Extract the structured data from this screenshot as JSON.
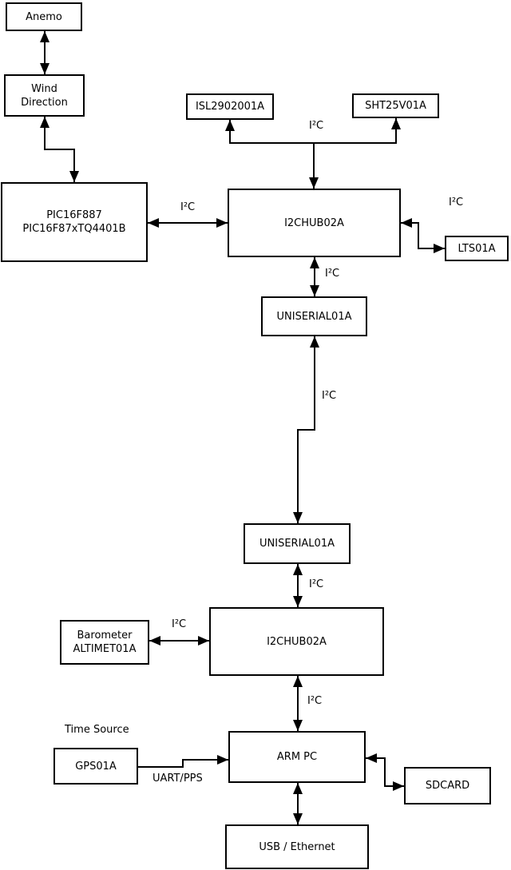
{
  "diagram": {
    "nodes": {
      "anemo": {
        "label": "Anemo"
      },
      "wind_direction": {
        "line1": "Wind",
        "line2": "Direction"
      },
      "pic": {
        "line1": "PIC16F887",
        "line2": "PIC16F87xTQ4401B"
      },
      "isl2902001a": {
        "label": "ISL2902001A"
      },
      "sht25v01a": {
        "label": "SHT25V01A"
      },
      "i2chub_upper": {
        "label": "I2CHUB02A"
      },
      "lts01a": {
        "label": "LTS01A"
      },
      "uniserial_upper": {
        "label": "UNISERIAL01A"
      },
      "uniserial_lower": {
        "label": "UNISERIAL01A"
      },
      "barometer": {
        "line1": "Barometer",
        "line2": "ALTIMET01A"
      },
      "i2chub_lower": {
        "label": "I2CHUB02A"
      },
      "gps01a": {
        "label": "GPS01A"
      },
      "arm_pc": {
        "label": "ARM PC"
      },
      "sdcard": {
        "label": "SDCARD"
      },
      "usb_ethernet": {
        "label": "USB / Ethernet"
      }
    },
    "labels": {
      "bus_isl_sht": "I²C",
      "bus_pic_hub": "I²C",
      "bus_hub_lts": "I²C",
      "bus_hub_uniserial": "I²C",
      "bus_uniserial_link": "I²C",
      "bus_uniserial_hub2": "I²C",
      "bus_barometer_hub2": "I²C",
      "bus_hub2_armpc": "I²C",
      "uart_pps": "UART/PPS",
      "time_source": "Time Source"
    }
  },
  "colors": {
    "background": "#ffffff",
    "line": "#000000",
    "box_fill": "#ffffff",
    "text": "#000000"
  }
}
